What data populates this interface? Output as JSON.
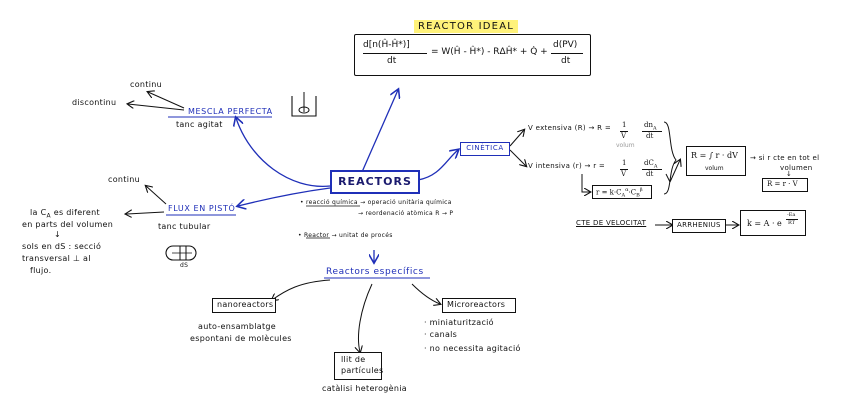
{
  "title": "REACTOR IDEAL",
  "ideal_equation": {
    "lhs_num": "d[n(Ĥ-Ĥ*)]",
    "lhs_den": "dt",
    "rhs_main": "= W(Ĥ - Ĥ*) - RΔĤ* + Q̇ +",
    "rhs_frac_num": "d(PV)",
    "rhs_frac_den": "dt"
  },
  "center": "REACTORS",
  "left_top": {
    "label": "MESCLA PERFECTA",
    "continu": "continu",
    "discontinu": "discontinu",
    "tanc": "tanc agitat"
  },
  "left_mid": {
    "label": "FLUX EN PISTÓ",
    "continu": "continu",
    "c_diff_1": "la C",
    "c_diff_sub": "A",
    "c_diff_2": " es diferent",
    "c_diff_3": "en parts del volumen",
    "arrow_down": "↓",
    "dS_1": "sols en dS : secció",
    "dS_2": "transversal ⊥ al",
    "dS_3": "flujo.",
    "tanc": "tanc tubular",
    "ds_label": "dS"
  },
  "center_notes": {
    "reaccio_1": "reacció química",
    "reaccio_arrow1": "→ operació unitària química",
    "reaccio_arrow2": "→ reordenació atòmica  R → P",
    "reactor_1": "Reactor",
    "reactor_2": "→ unitat de procés"
  },
  "cinetica": {
    "label": "CINÈTICA",
    "v_ext": "V extensiva (R)",
    "v_ext_rhs": "→ R = ",
    "v_ext_frac_n": "1",
    "v_ext_frac_d": "V",
    "v_ext_dn_n": "dn",
    "v_ext_dn_sub": "A",
    "v_ext_dn_d": "dt",
    "volum_note": "volum",
    "v_int": "V intensiva (r)",
    "v_int_rhs": "→ r = ",
    "v_int_frac_n": "1",
    "v_int_frac_d": "V",
    "v_int_dc_n": "dC",
    "v_int_dc_sub": "A",
    "v_int_dc_d": "dt",
    "rate_law": "r = k·C",
    "rate_law_a": "α",
    "rate_law_b": "β",
    "rate_law_cb": "·C",
    "rate_law_sub_a": "A",
    "rate_law_sub_b": "B",
    "R_int": "R = ∫ r · dV",
    "volum_lbl": "volum",
    "homog_1": "→ si r cte en tot el",
    "homog_2": "volumen",
    "homog_arrow": "↓",
    "R_eq": "R = r · V",
    "cte_vel": "CTE DE VELOCITAT",
    "arrhenius": "ARRHENIUS",
    "k_eq": "k = A · e",
    "k_exp_n": "-Ea",
    "k_exp_d": "RT"
  },
  "especifics": {
    "label": "Reactors específics",
    "nano": "nanoreactors",
    "nano_desc_1": "auto-ensamblatge",
    "nano_desc_2": "espontani de molècules",
    "llit_1": "llit de",
    "llit_2": "partícules",
    "llit_desc": "catàlisi heterogènia",
    "micro": "Microreactors",
    "micro_b1": "· miniaturització",
    "micro_b2": "· canals",
    "micro_b3": "· no necessita agitació"
  }
}
